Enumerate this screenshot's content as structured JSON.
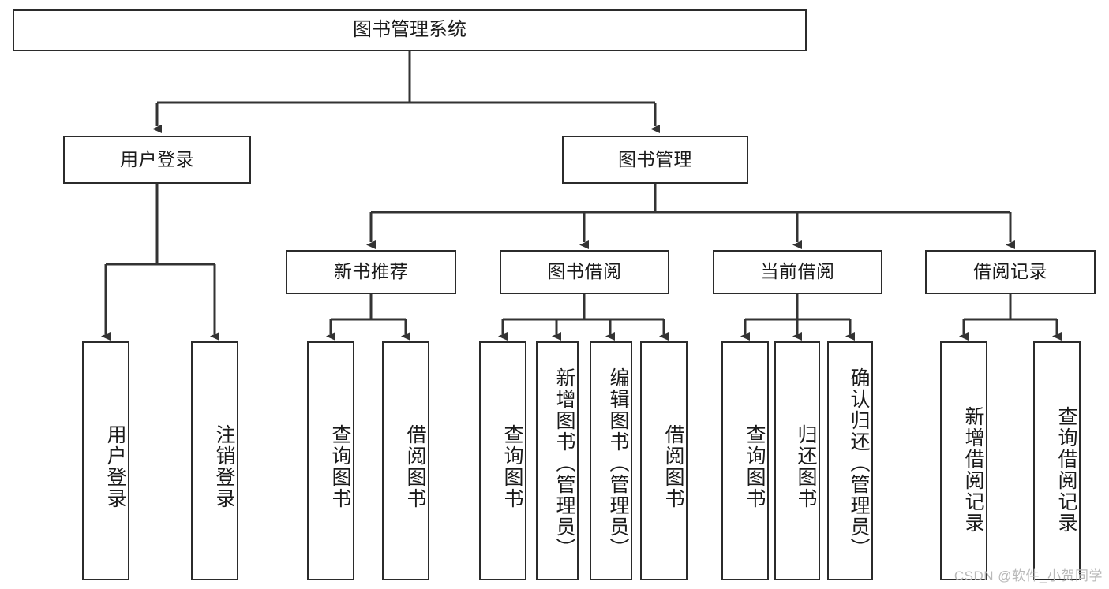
{
  "diagram": {
    "type": "tree",
    "title": "图书管理系统",
    "watermark": "CSDN @软件_小贺同学",
    "colors": {
      "box_border": "#2b2b2b",
      "box_fill": "#ffffff",
      "connector": "#333333",
      "text": "#1a1a1a",
      "watermark": "#b9b9b9"
    },
    "levels": {
      "root": {
        "label": "图书管理系统"
      },
      "level2": [
        {
          "label": "用户登录"
        },
        {
          "label": "图书管理"
        }
      ],
      "level3": [
        {
          "label": "新书推荐"
        },
        {
          "label": "图书借阅"
        },
        {
          "label": "当前借阅"
        },
        {
          "label": "借阅记录"
        }
      ],
      "leaves": {
        "user_login": [
          {
            "label": "用户登录"
          },
          {
            "label": "注销登录"
          }
        ],
        "new_book_recommend": [
          {
            "label": "查询图书"
          },
          {
            "label": "借阅图书"
          }
        ],
        "book_borrow": [
          {
            "label": "查询图书"
          },
          {
            "label": "新增图书（管理员）"
          },
          {
            "label": "编辑图书（管理员）"
          },
          {
            "label": "借阅图书"
          }
        ],
        "current_borrow": [
          {
            "label": "查询图书"
          },
          {
            "label": "归还图书"
          },
          {
            "label": "确认归还（管理员）"
          }
        ],
        "borrow_record": [
          {
            "label": "新增借阅记录"
          },
          {
            "label": "查询借阅记录"
          }
        ]
      }
    }
  }
}
